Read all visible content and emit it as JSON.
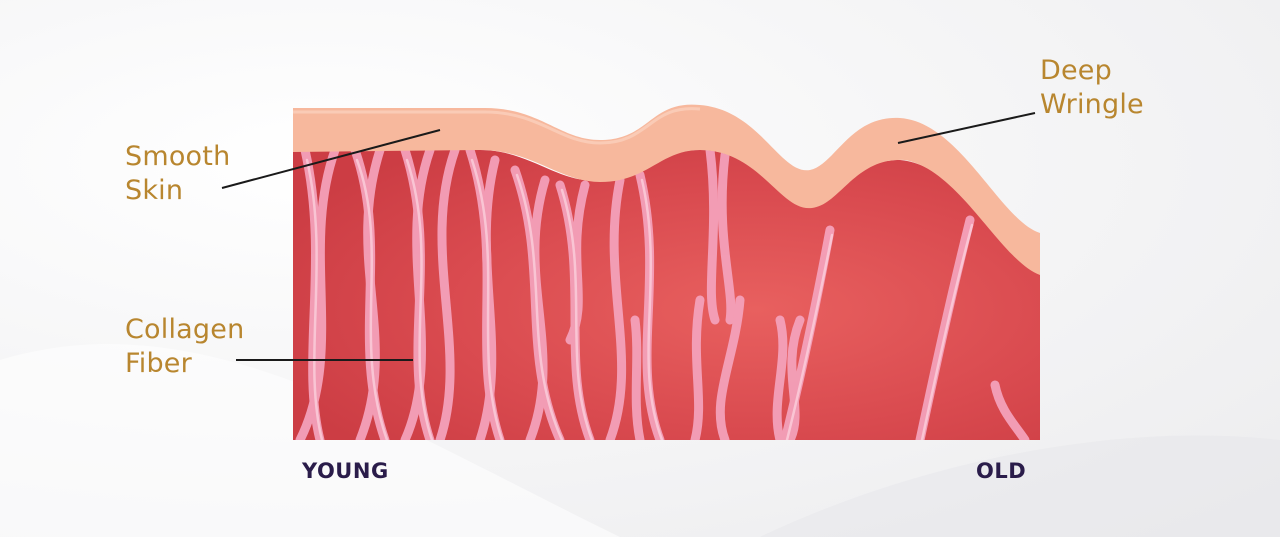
{
  "labels": {
    "smooth_skin": {
      "line1": "Smooth",
      "line2": "Skin"
    },
    "collagen_fiber": {
      "line1": "Collagen",
      "line2": "Fiber"
    },
    "deep_wrinkle": {
      "line1": "Deep",
      "line2": "Wringle"
    }
  },
  "axis": {
    "left": "YOUNG",
    "right": "OLD"
  },
  "colors": {
    "label_gold": "#b8862f",
    "axis_text": "#2a1c4a",
    "dermis_red": "#d84a4e",
    "skin_peach": "#f6b69a",
    "fiber_pink": "#f6a6bf"
  }
}
